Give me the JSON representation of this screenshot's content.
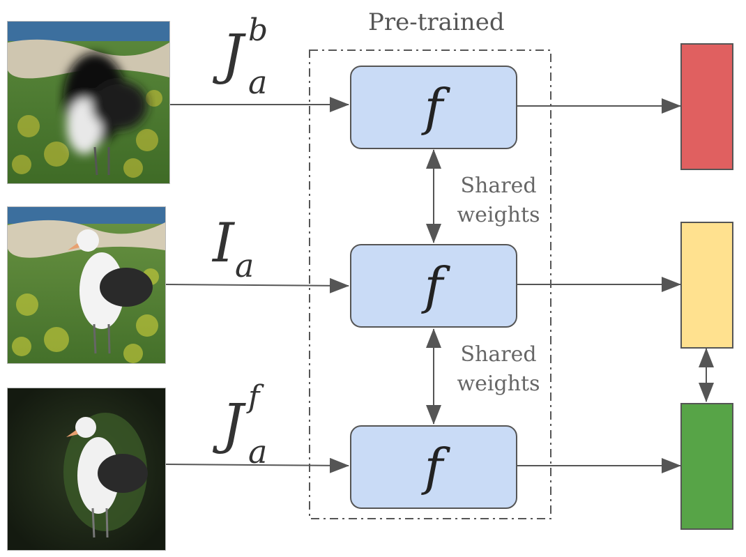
{
  "header": {
    "pretrained_label": "Pre-trained"
  },
  "inputs": [
    {
      "symbol": "J",
      "subscript": "a",
      "superscript": "b"
    },
    {
      "symbol": "I",
      "subscript": "a",
      "superscript": ""
    },
    {
      "symbol": "J",
      "subscript": "a",
      "superscript": "f"
    }
  ],
  "network": {
    "function_label": "f"
  },
  "shared": {
    "line1": "Shared",
    "line2": "weights"
  },
  "outputs": {
    "colors": [
      "#e06060",
      "#ffe18f",
      "#57a447"
    ]
  },
  "icons": [
    "bird-photo-background-blurred",
    "bird-photo-original",
    "bird-photo-foreground-only"
  ]
}
